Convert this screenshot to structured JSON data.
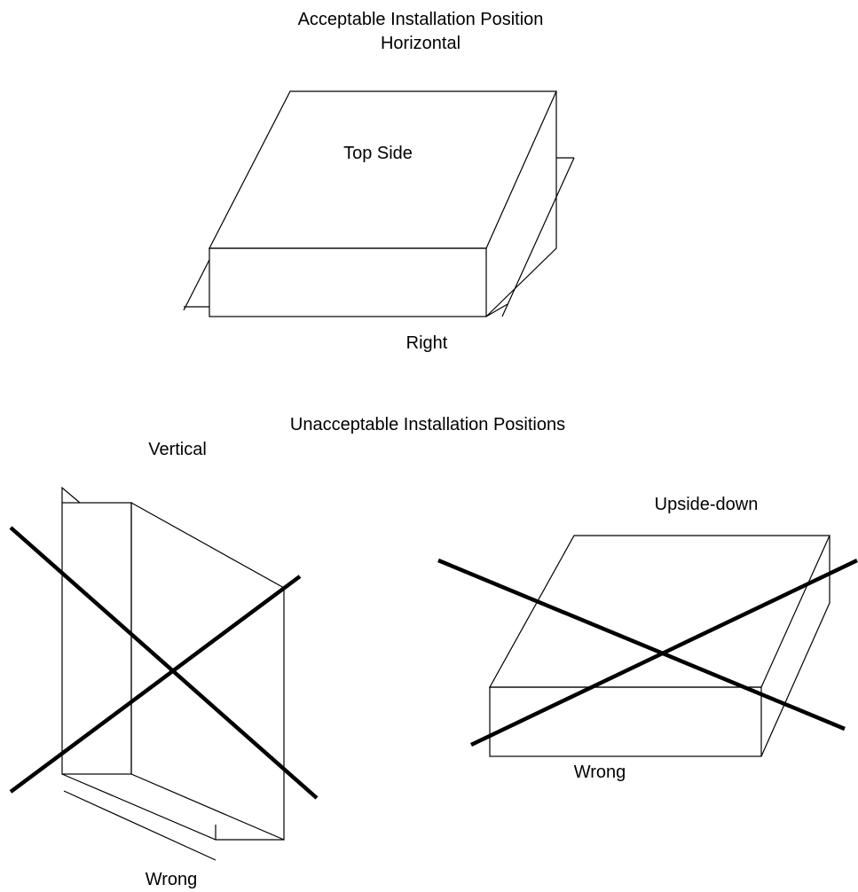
{
  "acceptable": {
    "heading": "Acceptable Installation Position",
    "position": "Horizontal",
    "top_label": "Top Side",
    "side_label": "Right"
  },
  "unacceptable": {
    "heading": "Unacceptable Installation Positions",
    "vertical": {
      "position": "Vertical",
      "verdict": "Wrong"
    },
    "upside_down": {
      "position": "Upside-down",
      "verdict": "Wrong"
    }
  },
  "colors": {
    "line": "#000000",
    "background": "#ffffff"
  }
}
